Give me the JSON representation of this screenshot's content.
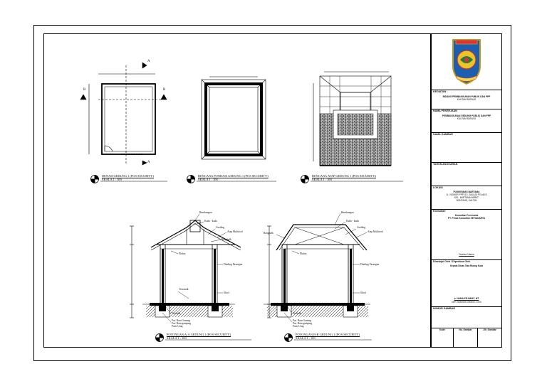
{
  "drawings": {
    "plan": {
      "title": "DENAH GEDUNG 1 (POS SECURITY)",
      "scale": "SKALA 1 : 100",
      "cut_a": "A",
      "cut_b": "B"
    },
    "foundation": {
      "title": "RENCANA PONDASI GEDUNG 1 (POS SECURITY)",
      "scale": "SKALA 1 : 100"
    },
    "roof": {
      "title": "RENCANA ATAP GEDUNG 1 (POS SECURITY)",
      "scale": "SKALA 1 : 100"
    },
    "section_a": {
      "title": "POTONGAN A-A GEDUNG 1 (POS SECURITY)",
      "scale": "SKALA 1 : 100",
      "labels": {
        "bumbungan": "Bumbungan",
        "kuda": "Kuda - kuda",
        "gording": "Gording",
        "atap": "Atap Multiroof",
        "rangbalk": "Rangbalk",
        "plafon": "Plafon",
        "dinding": "Dinding Pasangan",
        "keramik": "Keramik",
        "sloof": "Sloof",
        "tiesbalk": "Tiesbalk",
        "foot1": "Pas. Batu Gunung",
        "foot2": "Pas. Batu gamping",
        "foot3": "Pasir Urug"
      }
    },
    "section_b": {
      "title": "POTONGAN B-B GEDUNG 1 (POS SECURITY)",
      "scale": "SKALA 1 : 100",
      "labels": {
        "bumbungan": "Bumbungan",
        "kuda": "Kuda - kuda",
        "gording": "Gording",
        "atap": "Atap Multiroof",
        "rangbalk": "Rangbalk",
        "plafon": "Plafon",
        "dinding": "Dinding Pasangan",
        "sloof": "Sloof",
        "tiesbalk": "Tiesbalk",
        "foot1": "Pas. Batu Gunung",
        "foot2": "Pas. Batu gamping",
        "foot3": "Pasir Urug"
      }
    }
  },
  "title_block": {
    "kegiatan_label": "KEGIATAN :",
    "kegiatan_value": "BIDANG PEMBANGUNAN PUBLIK DAN PPP",
    "kegiatan_sub": "KAUTAM BATANG",
    "nama_pekerjaan_label": "NAMA PEKERJAAN",
    "nama_pekerjaan_value": "PEMBANGUNAN GEDUNG PUBLIK DAN PPP",
    "nama_pekerjaan_sub": "KAUTAM BATANG",
    "nama_gambar_label": "NAMA GAMBAR",
    "tahun_label": "TAHUN ANGGARAN",
    "lokasi_label": "LOKASI",
    "lokasi_lines": [
      "PUSKESMAS BARTAMA",
      "JL. NOMOR PPP GG. BAJAJA POLAKS",
      "KEL. BARTAMA BARAT",
      "BONTANG, KALTIM"
    ],
    "konsultan_label": "Konsultan",
    "konsultan_lines": [
      "Konsultan Perencana",
      "PT. Prima Konsultan SETIAKARYA"
    ],
    "direktur_label": "Direktur Utama",
    "disetujui_label": "Disetujui Oleh / Diperiksa Oleh",
    "disetujui_line": "Kepala Dinas Tata Ruang Kota",
    "name_line": "Ir. NAMA PEJABAT, MT",
    "nip_line": "NIP. 00000000 000000 1 000",
    "nomor_label": "NOMOR GAMBAR",
    "foot_kode": "Kode",
    "foot_no": "No. Gambar",
    "foot_jml": "Jlh. Gambar"
  }
}
